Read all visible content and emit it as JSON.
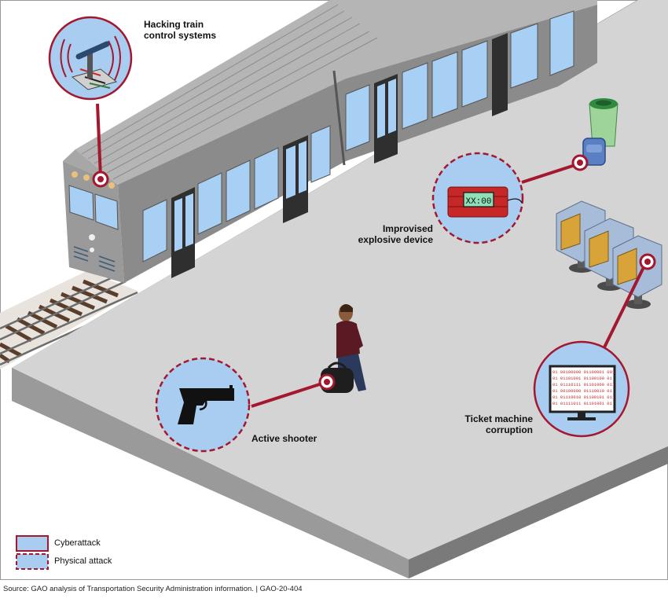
{
  "callouts": {
    "hacking": {
      "line1": "Hacking train",
      "line2": "control systems"
    },
    "ied": {
      "line1": "Improvised",
      "line2": "explosive device",
      "timer": "XX:00"
    },
    "ticket": {
      "line1": "Ticket machine",
      "line2": "corruption",
      "binary": [
        "01 00100000 01100001 001",
        "01 01101001 01100100 01",
        "01 01110111 01101000 011",
        "01 00100000 01110010 01",
        "01 01110010 01100101 011",
        "01 01111011 01101001 01"
      ]
    },
    "shooter": {
      "line1": "Active shooter"
    }
  },
  "legend": {
    "cyber": "Cyberattack",
    "physical": "Physical attack"
  },
  "source": "Source: GAO analysis of Transportation Security Administration information.  |  GAO-20-404",
  "colors": {
    "callout_fill": "#a9cdf0",
    "connector": "#a4182f",
    "platform_top": "#d3d3d3",
    "platform_side": "#8c8c8c",
    "train_body": "#8a8a8a",
    "train_window": "#a8d0f5"
  }
}
